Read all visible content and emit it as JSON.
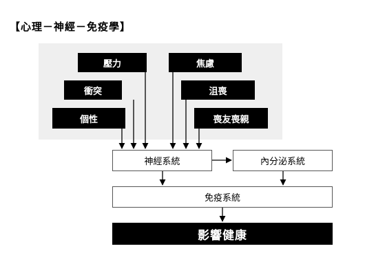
{
  "title": "【心理－神經－免疫學】",
  "stressors": {
    "pressure": "壓力",
    "anxiety": "焦慮",
    "conflict": "衝突",
    "depression": "沮喪",
    "personality": "個性",
    "bereavement": "喪友喪親"
  },
  "systems": {
    "nervous": "神經系統",
    "endocrine": "內分泌系統",
    "immune": "免疫系統"
  },
  "outcome": "影響健康",
  "colors": {
    "panel": "#efefef",
    "box_dark": "#000000",
    "box_light": "#ffffff"
  }
}
